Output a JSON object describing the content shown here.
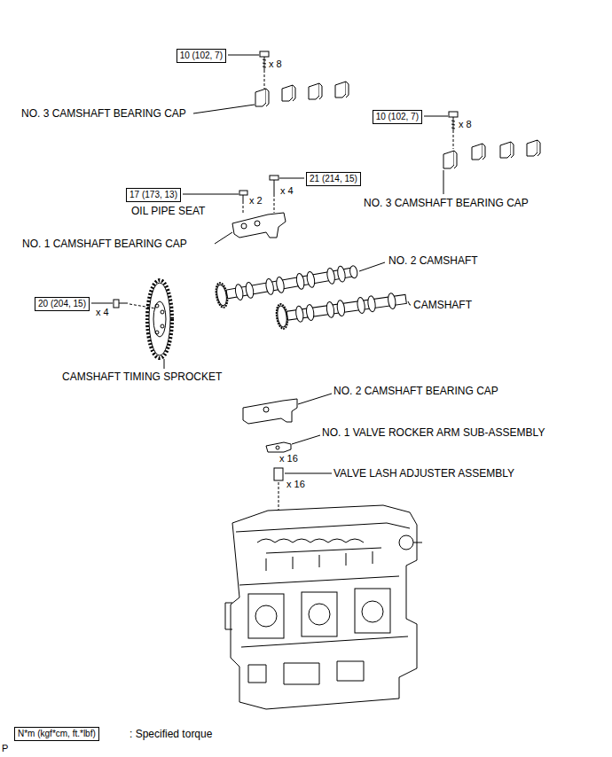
{
  "diagram": {
    "nodes": [
      {
        "text": [
          "10 (102, 7)"
        ]
      },
      {
        "text": [
          "10 (102, 7)"
        ]
      },
      {
        "text": [
          "21 (214, 15)"
        ]
      },
      {
        "text": [
          "17 (173, 13)"
        ]
      },
      {
        "text": [
          "20 (204, 15)"
        ]
      },
      {
        "text": [
          "N*m (kgf*cm, ft.*lbf)"
        ]
      }
    ],
    "labels": [
      "x 8",
      "NO. 3 CAMSHAFT BEARING CAP",
      "x 8",
      "x 4",
      "x 2",
      "OIL PIPE SEAT",
      "NO. 3 CAMSHAFT BEARING CAP",
      "NO. 1 CAMSHAFT BEARING CAP",
      "NO. 2 CAMSHAFT",
      "x 4",
      "CAMSHAFT",
      "CAMSHAFT TIMING SPROCKET",
      "NO. 2 CAMSHAFT BEARING CAP",
      "NO. 1 VALVE ROCKER ARM SUB-ASSEMBLY",
      "x 16",
      "VALVE LASH ADJUSTER ASSEMBLY",
      "x 16",
      ": Specified torque",
      "P"
    ]
  }
}
